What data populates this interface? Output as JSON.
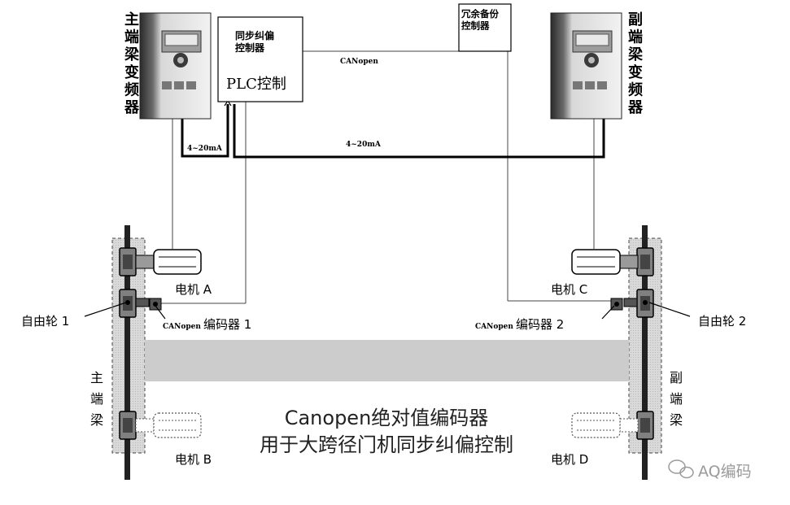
{
  "vfd_main": {
    "label": "主端梁变频器"
  },
  "vfd_sub": {
    "label": "副端梁变频器"
  },
  "plc": {
    "title": "同步纠偏控制器",
    "subtitle": "PLC控制"
  },
  "backup": {
    "label": "冗余备份控制器"
  },
  "signals": {
    "canopen": "CANopen",
    "current_main": "4~20mA",
    "current_link": "4~20mA"
  },
  "motors": {
    "a": "电机 A",
    "b": "电机 B",
    "c": "电机 C",
    "d": "电机 D"
  },
  "wheels": {
    "w1": "自由轮 1",
    "w2": "自由轮 2"
  },
  "encoders": {
    "e1_prefix": "CANopen",
    "e1": "编码器 1",
    "e2_prefix": "CANopen",
    "e2": "编码器 2"
  },
  "beams": {
    "main": "主端梁",
    "sub": "副端梁"
  },
  "caption": {
    "line1": "Canopen绝对值编码器",
    "line2": "用于大跨径门机同步纠偏控制"
  },
  "watermark": {
    "text": "AQ编码"
  }
}
